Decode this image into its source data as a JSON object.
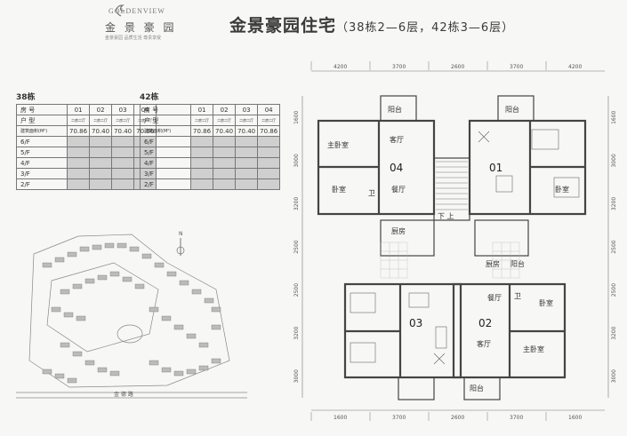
{
  "logo": {
    "en": "GOLDENVIEW",
    "cn": "金 景 豪 园",
    "tagline": "金景豪园 品质生活 尊贵享受"
  },
  "title": {
    "main": "金景豪园住宅",
    "sub": "（38栋2—6层，42栋3—6层）"
  },
  "tables": [
    {
      "label": "38栋",
      "header": [
        "房 号",
        "01",
        "02",
        "03",
        "04"
      ],
      "type_row": [
        "户 型",
        "二房二厅",
        "二房二厅",
        "二房二厅",
        "二房二厅"
      ],
      "area_row": [
        "建筑面积(M²)",
        "70.86",
        "70.40",
        "70.40",
        "70.86"
      ],
      "floors": [
        "6/F",
        "5/F",
        "4/F",
        "3/F",
        "2/F"
      ]
    },
    {
      "label": "42栋",
      "header": [
        "房 号",
        "01",
        "02",
        "03",
        "04"
      ],
      "type_row": [
        "户 型",
        "二房二厅",
        "二房二厅",
        "二房二厅",
        "二房二厅"
      ],
      "area_row": [
        "建筑面积(M²)",
        "70.86",
        "70.40",
        "70.40",
        "70.86"
      ],
      "floors": [
        "6/F",
        "5/F",
        "4/F",
        "3/F",
        "2/F"
      ]
    }
  ],
  "site": {
    "north": "N",
    "road": "金 德 路"
  },
  "plan": {
    "top_dims": [
      "4200",
      "3700",
      "2600",
      "3700",
      "4200"
    ],
    "bottom_dims": [
      "1600",
      "3700",
      "2600",
      "3700",
      "1600"
    ],
    "left_dims": [
      "1600",
      "3000",
      "3200",
      "2500",
      "2500",
      "3200",
      "3000"
    ],
    "right_dims": [
      "1600",
      "3000",
      "3200",
      "2500",
      "2500",
      "3200",
      "3000"
    ],
    "units": [
      "04",
      "01",
      "03",
      "02"
    ],
    "rooms": {
      "balcony": "阳台",
      "master": "主卧室",
      "bedroom": "卧室",
      "living": "客厅",
      "dining": "餐厅",
      "bath": "卫",
      "kitchen": "厨房",
      "stairs": "下  上"
    }
  },
  "colors": {
    "accent": "#3a3a3a",
    "grid": "#cfcfcf"
  }
}
